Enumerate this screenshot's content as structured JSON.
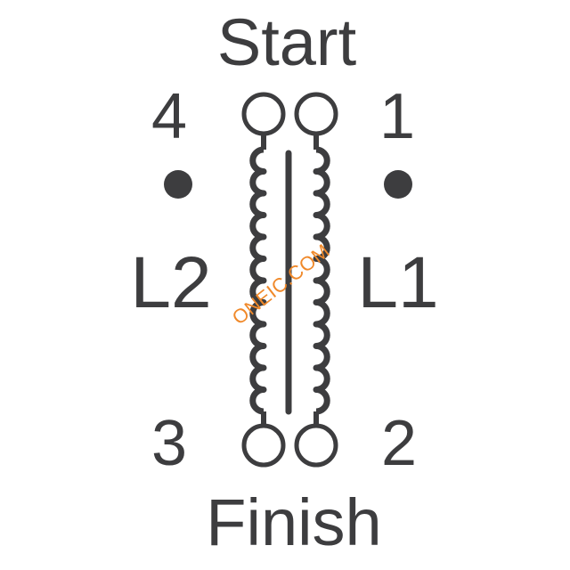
{
  "diagram": {
    "labels": {
      "start": "Start",
      "finish": "Finish",
      "pin_top_left": "4",
      "pin_top_right": "1",
      "pin_bottom_left": "3",
      "pin_bottom_right": "2",
      "coil_left": "L2",
      "coil_right": "L1"
    },
    "watermark": "ONEIC.COM",
    "colors": {
      "ink": "#3d3d3f",
      "watermark": "#f0892a",
      "background": "#ffffff"
    }
  }
}
